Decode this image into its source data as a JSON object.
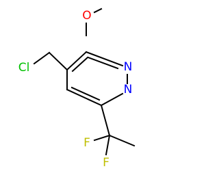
{
  "molecule": {
    "atoms": {
      "oxygen": "O",
      "n1": "N",
      "n2": "N",
      "chlorine": "Cl",
      "fluorine1": "F",
      "fluorine2": "F"
    },
    "colors": {
      "bond": "#000000",
      "oxygen": "#ff0000",
      "nitrogen": "#0000ff",
      "chlorine": "#00c000",
      "fluorine": "#bfbf00"
    }
  }
}
